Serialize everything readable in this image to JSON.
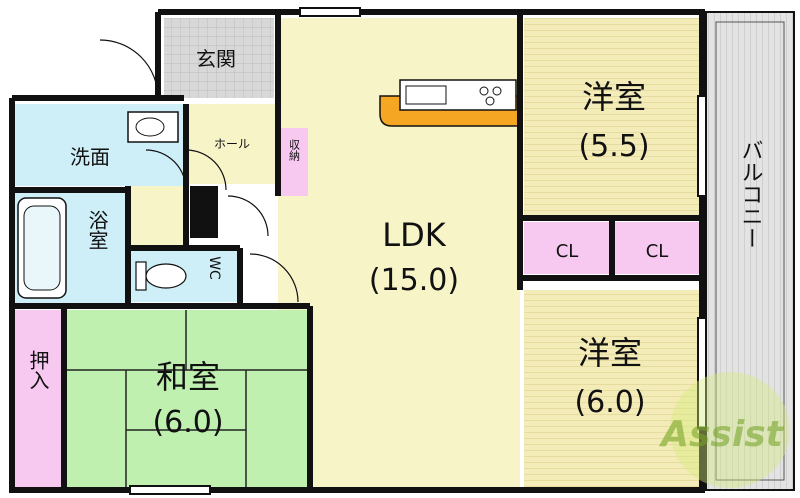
{
  "rooms": {
    "genkan": "玄関",
    "hall": "ホール",
    "shuno": "収納",
    "senmen": "洗面",
    "yokushitsu": "浴室",
    "wc": "WC",
    "oshiire": "押入",
    "washitsu": {
      "name": "和室",
      "size": "(6.0)"
    },
    "ldk": {
      "name": "LDK",
      "size": "(15.0)"
    },
    "yoshitsu_a": {
      "name": "洋室",
      "size": "(5.5)"
    },
    "yoshitsu_b": {
      "name": "洋室",
      "size": "(6.0)"
    },
    "closet_a": "CL",
    "closet_b": "CL",
    "balcony": "バルコニー"
  },
  "watermark": {
    "text": "Assist"
  },
  "colors": {
    "wall": "#111111",
    "ldk": "#f7f4c8",
    "yoshitsu": "#f4ecb8",
    "wet_area": "#cfeff8",
    "closet": "#f7c8f0",
    "genkan": "#d8d8d8",
    "tatami": "#bff0b0",
    "kitchen": "#f5a623",
    "balcony": "#e3e3e3"
  }
}
